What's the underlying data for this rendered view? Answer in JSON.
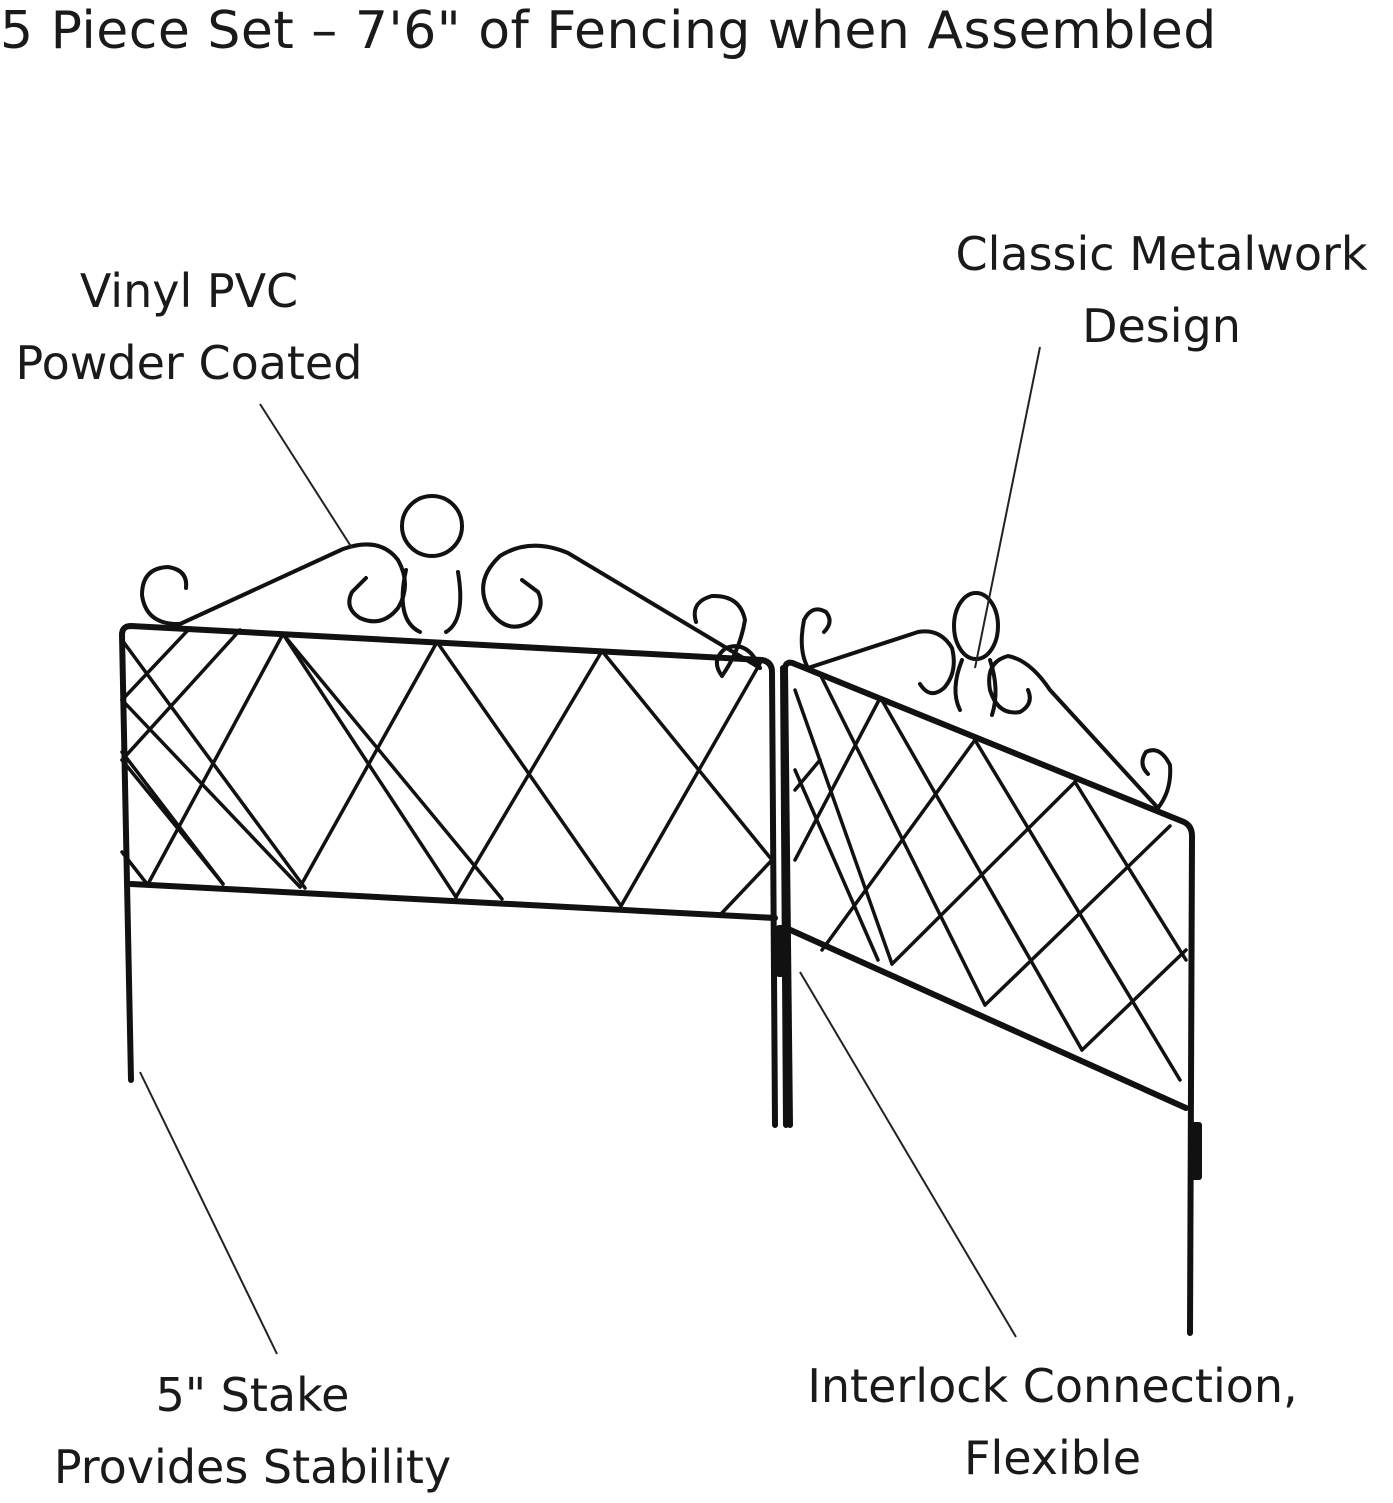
{
  "title": "5 Piece Set – 7'6\" of Fencing when Assembled",
  "callouts": {
    "vinyl": {
      "line1": "Vinyl PVC",
      "line2": "Powder Coated"
    },
    "classic": {
      "line1": "Classic Metalwork",
      "line2": "Design"
    },
    "stake": {
      "line1": "5\" Stake",
      "line2": "Provides Stability"
    },
    "interlock": {
      "line1": "Interlock Connection,",
      "line2": "Flexible"
    }
  },
  "colors": {
    "fence": "#111111",
    "leader": "#222222",
    "text": "#1a1a1a"
  }
}
